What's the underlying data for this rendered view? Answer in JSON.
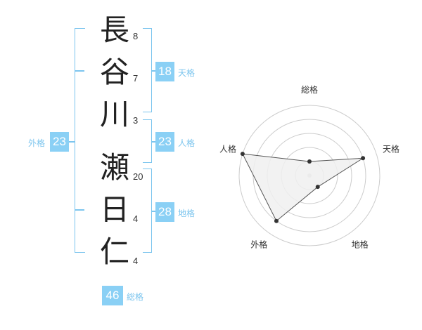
{
  "name": {
    "chars": [
      {
        "char": "長",
        "strokes": "8"
      },
      {
        "char": "谷",
        "strokes": "7"
      },
      {
        "char": "川",
        "strokes": "3"
      },
      {
        "char": "瀬",
        "strokes": "20"
      },
      {
        "char": "日",
        "strokes": "4"
      },
      {
        "char": "仁",
        "strokes": "4"
      }
    ]
  },
  "fortune": {
    "tenkaku": {
      "value": "18",
      "label": "天格"
    },
    "jinkaku": {
      "value": "23",
      "label": "人格"
    },
    "chikaku": {
      "value": "28",
      "label": "地格"
    },
    "gaikaku": {
      "value": "23",
      "label": "外格"
    },
    "soukaku": {
      "value": "46",
      "label": "総格"
    }
  },
  "chart_data": {
    "type": "radar",
    "axes": [
      "総格",
      "天格",
      "地格",
      "外格",
      "人格"
    ],
    "values": [
      1,
      4,
      1,
      4,
      5
    ],
    "rmax": 5,
    "rings": 5,
    "colors": {
      "fill": "#f0f0f0",
      "stroke": "#555555",
      "ring": "#cccccc",
      "point": "#333333"
    }
  }
}
